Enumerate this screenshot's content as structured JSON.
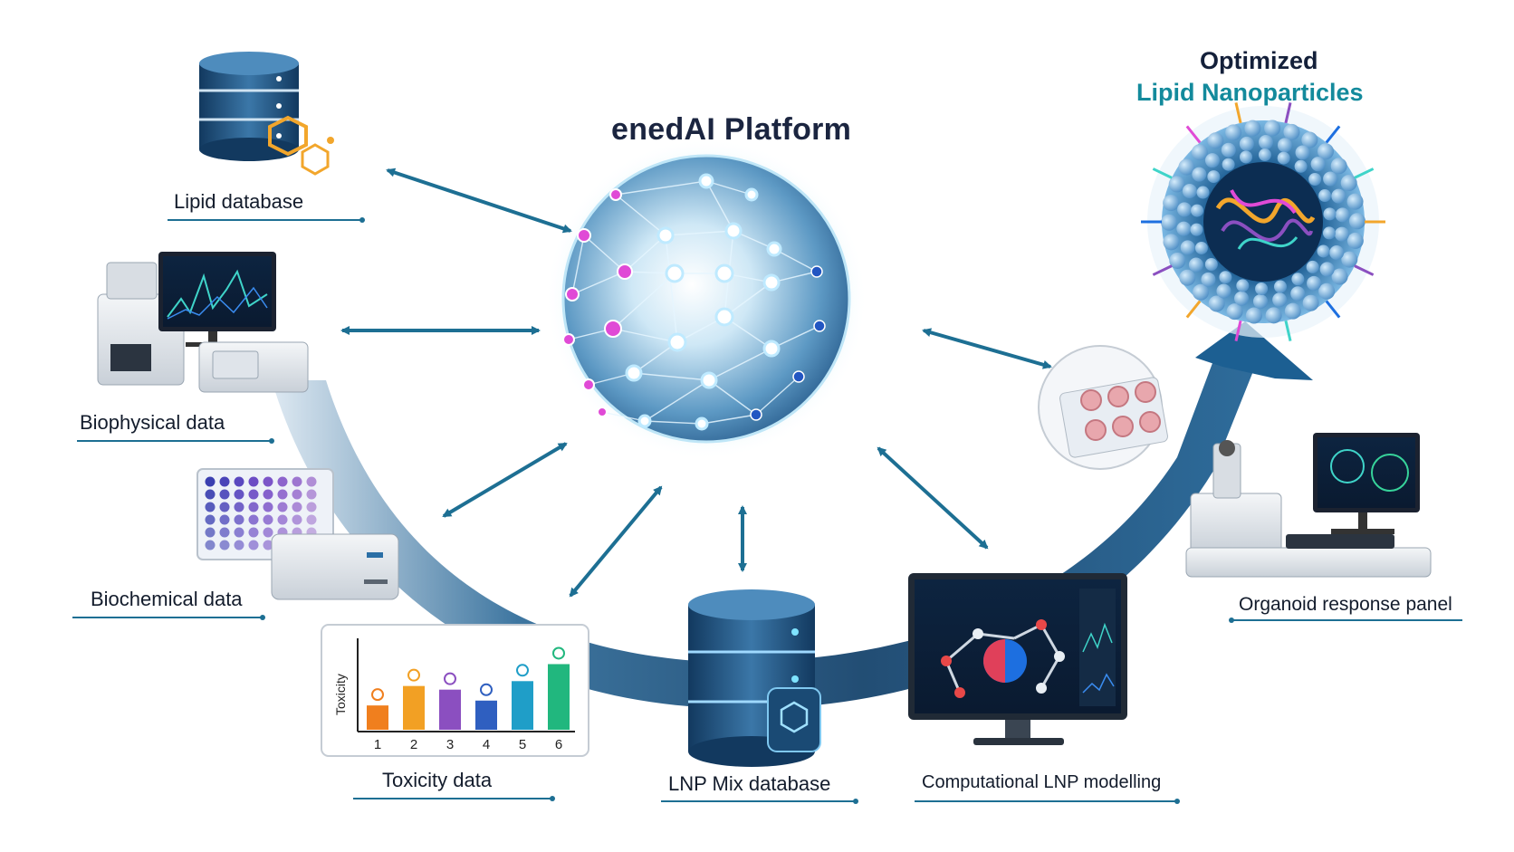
{
  "platform": {
    "title": "enedAI Platform"
  },
  "output": {
    "line1": "Optimized",
    "line2": "Lipid Nanoparticles"
  },
  "nodes": {
    "lipid_db": "Lipid database",
    "biophysical": "Biophysical data",
    "biochemical": "Biochemical data",
    "toxicity": "Toxicity data",
    "lnp_mix": "LNP Mix database",
    "computational": "Computational LNP modelling",
    "organoid": "Organoid response panel"
  },
  "chart_data": {
    "type": "bar",
    "ylabel": "Toxicity",
    "xlabel": "",
    "categories": [
      "1",
      "2",
      "3",
      "4",
      "5",
      "6"
    ],
    "values": [
      2,
      3.6,
      3.3,
      2.4,
      4,
      5.4
    ],
    "ylim": [
      0,
      7
    ],
    "colors": [
      "#f07f1e",
      "#f2a024",
      "#8b4fc0",
      "#2f5fc0",
      "#1f9ec8",
      "#21b77e"
    ]
  },
  "colors": {
    "accent_blue": "#1d6f93",
    "arc_dark": "#0f3f69",
    "teal": "#138a9c",
    "magenta_node": "#e040d0"
  }
}
